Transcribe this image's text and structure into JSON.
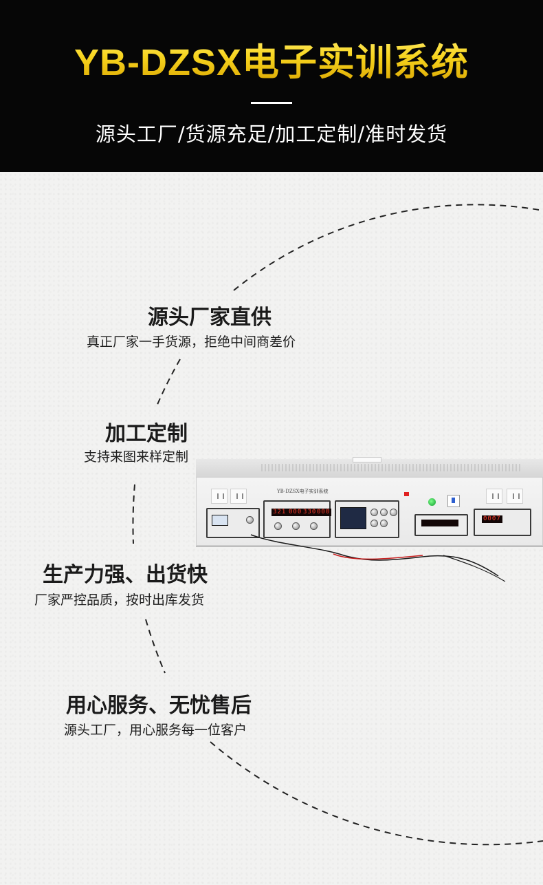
{
  "header": {
    "title": "YB-DZSX电子实训系统",
    "subtitle": "源头工厂/货源充足/加工定制/准时发货"
  },
  "features": [
    {
      "title": "源头厂家直供",
      "desc": "真正厂家一手货源，拒绝中间商差价"
    },
    {
      "title": "加工定制",
      "desc": "支持来图来样定制"
    },
    {
      "title": "生产力强、出货快",
      "desc": "厂家严控品质，按时出库发货"
    },
    {
      "title": "用心服务、无忧售后",
      "desc": "源头工厂，用心服务每一位客户"
    }
  ],
  "device": {
    "panel_label": "YB-DZSX电子实训系统",
    "readouts": {
      "supply_a": "321",
      "supply_b": "000",
      "supply_c": "330",
      "supply_d": "000",
      "counter": "0007"
    }
  },
  "colors": {
    "header_bg": "#060606",
    "title_gold": "#f7d21a",
    "page_bg": "#f2f2f1",
    "text_dark": "#1a1a1a"
  }
}
